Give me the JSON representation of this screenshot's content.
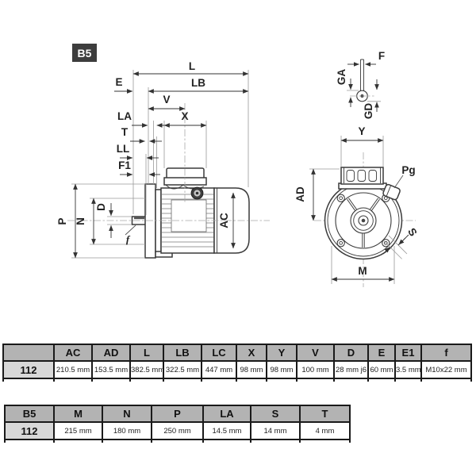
{
  "badge": "B5",
  "dims": {
    "L": "L",
    "LB": "LB",
    "E": "E",
    "V": "V",
    "LA": "LA",
    "X": "X",
    "T": "T",
    "LL": "LL",
    "F1": "F1",
    "P": "P",
    "N": "N",
    "D": "D",
    "f": "f",
    "AC": "AC",
    "F": "F",
    "GA": "GA",
    "GD": "GD",
    "Y": "Y",
    "AD": "AD",
    "Pg": "Pg",
    "S": "S",
    "M": "M"
  },
  "table1": {
    "headers": [
      "",
      "AC",
      "AD",
      "L",
      "LB",
      "LC",
      "X",
      "Y",
      "V",
      "D",
      "E",
      "E1",
      "f"
    ],
    "row": [
      "112",
      "210.5 mm",
      "153.5 mm",
      "382.5 mm",
      "322.5 mm",
      "447 mm",
      "98 mm",
      "98 mm",
      "100 mm",
      "28 mm j6",
      "60 mm",
      "3.5 mm",
      "M10x22 mm"
    ]
  },
  "table2": {
    "headers": [
      "B5",
      "M",
      "N",
      "P",
      "LA",
      "S",
      "T"
    ],
    "row": [
      "112",
      "215 mm",
      "180 mm",
      "250 mm",
      "14.5 mm",
      "14 mm",
      "4 mm"
    ]
  },
  "colors": {
    "line": "#3a3a3a",
    "dim_line": "#333333",
    "extension_line": "#9a9a9a",
    "table_header_bg": "#b3b3b3",
    "row_label_bg": "#d8d8d8",
    "badge_bg": "#3d3d3d",
    "badge_text": "#ffffff"
  }
}
